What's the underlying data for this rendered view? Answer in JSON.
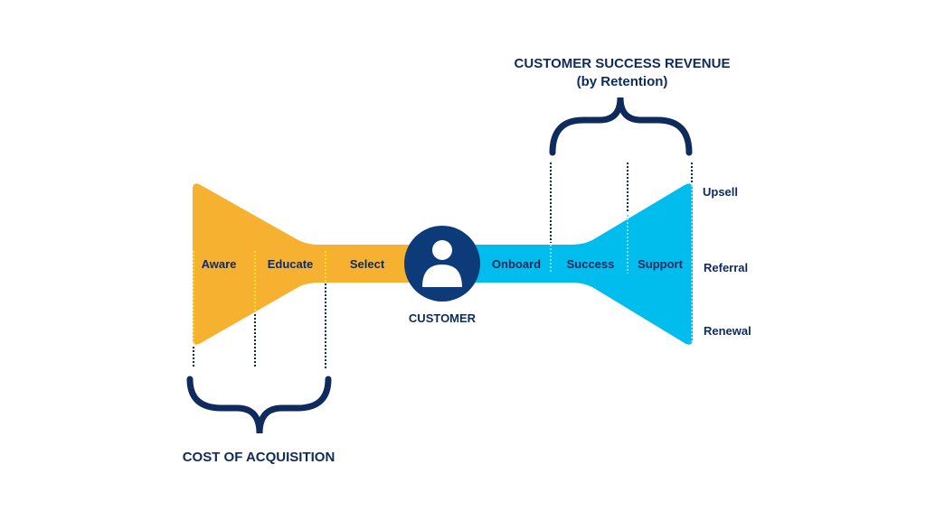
{
  "title_right": {
    "line1": "CUSTOMER SUCCESS REVENUE",
    "line2": "(by Retention)"
  },
  "title_left": "COST OF ACQUISITION",
  "center": {
    "label": "CUSTOMER",
    "icon": "person-icon"
  },
  "acquisition_stages": [
    "Aware",
    "Educate",
    "Select"
  ],
  "retention_stages": [
    "Onboard",
    "Success",
    "Support"
  ],
  "outcomes": [
    "Upsell",
    "Referral",
    "Renewal"
  ],
  "colors": {
    "acquisition": "#f6b131",
    "retention": "#00bdee",
    "navy": "#0f2a5c",
    "circle": "#0d3b7a",
    "divider_left": "#ffe21a",
    "divider_right": "#6fe3ff"
  }
}
